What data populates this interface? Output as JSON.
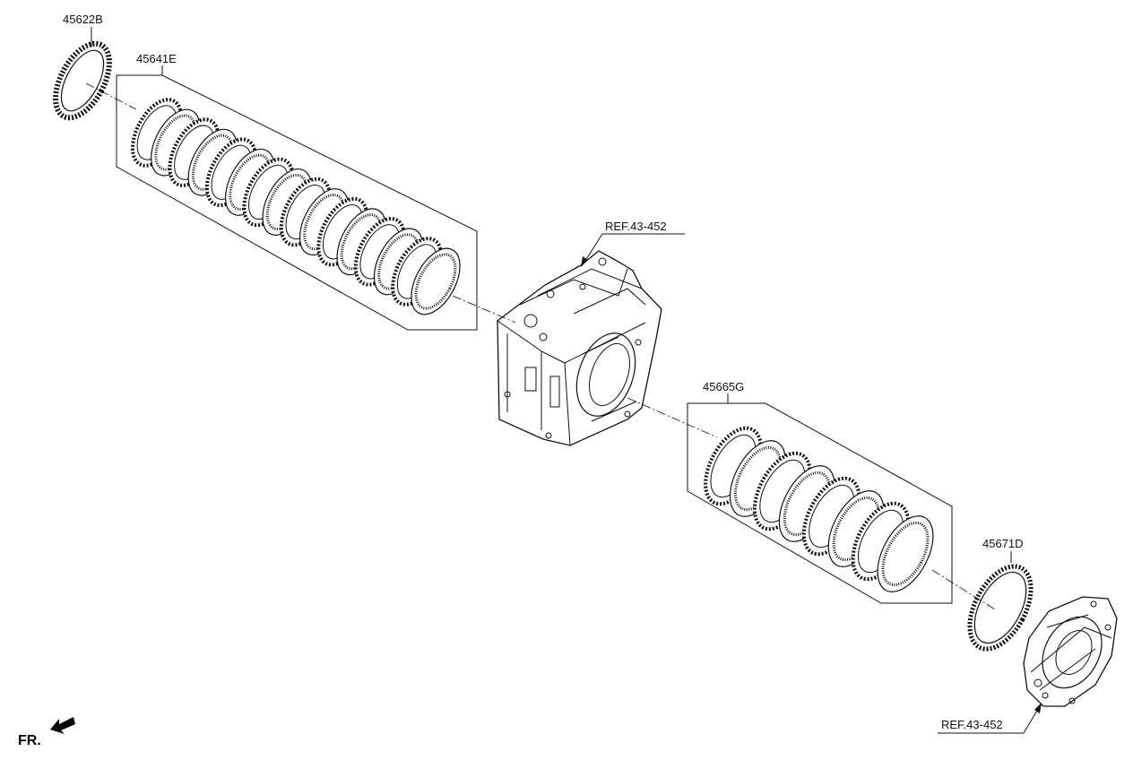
{
  "labels": {
    "part_45622B": "45622B",
    "part_45641E": "45641E",
    "ref_top": "REF.43-452",
    "part_45665G": "45665G",
    "part_45671D": "45671D",
    "ref_bottom": "REF.43-452",
    "front": "FR."
  },
  "parts": {
    "clutch_pack_45641E_discs": 16,
    "clutch_pack_45665G_rings": 8
  },
  "colors": {
    "line": "#111111",
    "background": "#ffffff"
  }
}
